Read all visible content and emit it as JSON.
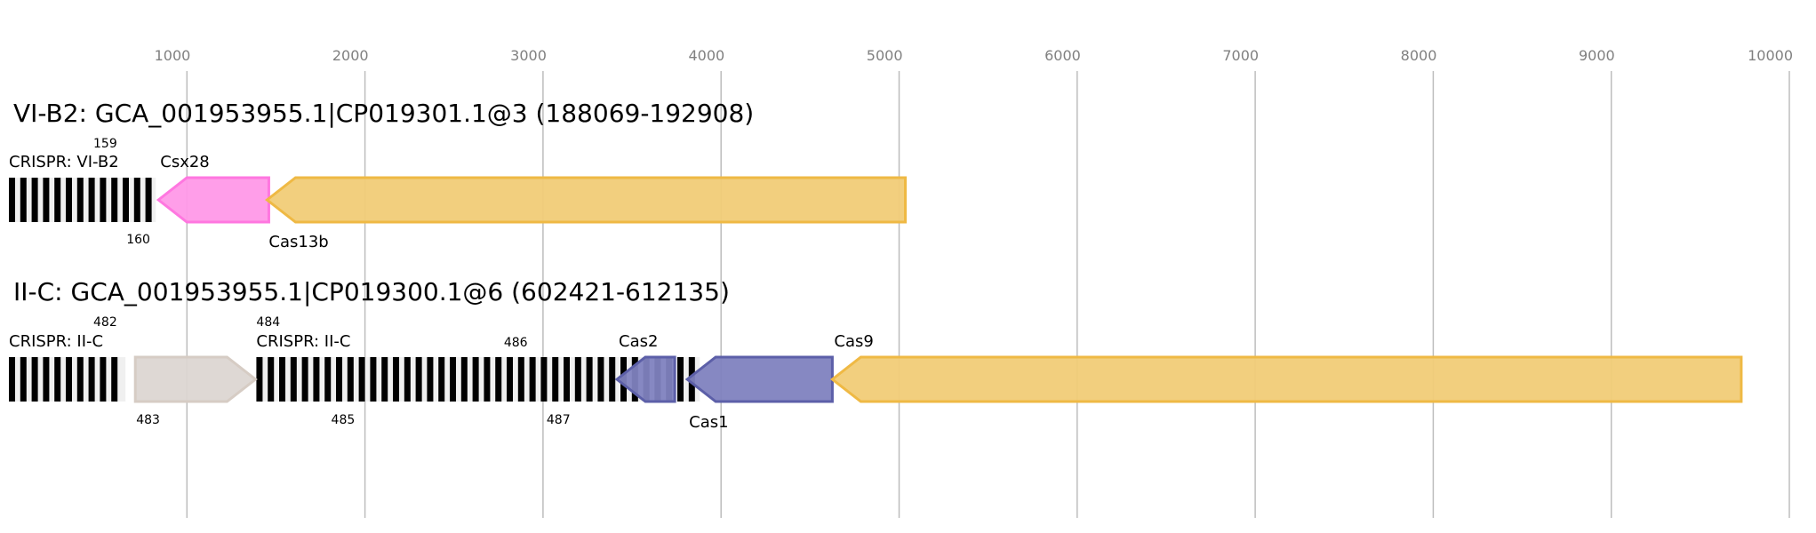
{
  "chart_data": {
    "type": "gene-map",
    "axis": {
      "ticks": [
        "1000",
        "2000",
        "3000",
        "4000",
        "5000",
        "6000",
        "7000",
        "8000",
        "9000",
        "10000"
      ],
      "tick_values": [
        1000,
        2000,
        3000,
        4000,
        5000,
        6000,
        7000,
        8000,
        9000,
        10000
      ],
      "range": [
        0,
        10000
      ]
    },
    "loci": [
      {
        "title": "VI-B2: GCA_001953955.1|CP019301.1@3 (188069-192908)",
        "arrays": [
          {
            "label": "CRISPR: VI-B2",
            "start": 0,
            "end": 825,
            "id_top": "159",
            "id_bottom": "160"
          }
        ],
        "genes": [
          {
            "name": "Csx28",
            "start": 840,
            "end": 1460,
            "strand": "-",
            "fill": "#ff99e8",
            "stroke": "#ff77e0",
            "label_pos": "top"
          },
          {
            "name": "Cas13b",
            "start": 1450,
            "end": 5035,
            "strand": "-",
            "fill": "#f1cc77",
            "stroke": "#efb944",
            "label_pos": "bottom"
          }
        ]
      },
      {
        "title": "II-C: GCA_001953955.1|CP019300.1@6 (602421-612135)",
        "arrays": [
          {
            "label": "CRISPR: II-C",
            "start": 0,
            "end": 655,
            "id_top": "482"
          },
          {
            "label": "CRISPR: II-C",
            "start": 1390,
            "end": 3880,
            "id_top": "484"
          }
        ],
        "genes": [
          {
            "name": "",
            "start": 710,
            "end": 1385,
            "strand": "+",
            "fill": "#dcd6d2",
            "stroke": "#d6ccc4",
            "label_pos": "top"
          },
          {
            "name": "Cas2",
            "start": 3415,
            "end": 3740,
            "strand": "-",
            "fill": "#7f82bf",
            "stroke": "#5c5fa8",
            "label_pos": "top"
          },
          {
            "name": "Cas1",
            "start": 3810,
            "end": 4625,
            "strand": "-",
            "fill": "#7f82bf",
            "stroke": "#5c5fa8",
            "label_pos": "bottom"
          },
          {
            "name": "Cas9",
            "start": 4625,
            "end": 9730,
            "strand": "-",
            "fill": "#f1cc77",
            "stroke": "#efb944",
            "label_pos": "top"
          }
        ],
        "extra_ids": [
          {
            "text": "483",
            "pos": 715,
            "where": "bottom"
          },
          {
            "text": "485",
            "pos": 1810,
            "where": "bottom"
          },
          {
            "text": "486",
            "pos": 2780,
            "where": "top"
          },
          {
            "text": "487",
            "pos": 3020,
            "where": "bottom"
          }
        ]
      }
    ]
  }
}
